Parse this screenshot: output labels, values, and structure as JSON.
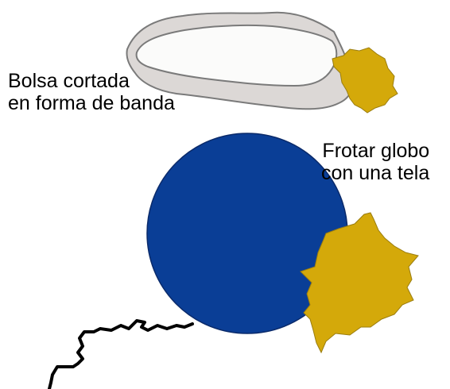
{
  "labels": {
    "bag_line1": "Bolsa cortada",
    "bag_line2": "en forma de banda",
    "balloon_line1": "Frotar globo",
    "balloon_line2": "con una tela"
  },
  "colors": {
    "balloon": "#0a3e96",
    "cloth": "#d4a90a",
    "bag_outer": "#dcd8d6",
    "bag_inner": "#fbfbfa",
    "bag_stroke": "#7a7a7a",
    "string": "#000000"
  },
  "icons": {
    "bag": "plastic-bag-band-icon",
    "cloth": "cloth-icon",
    "balloon": "balloon-icon",
    "string": "balloon-string-icon"
  }
}
